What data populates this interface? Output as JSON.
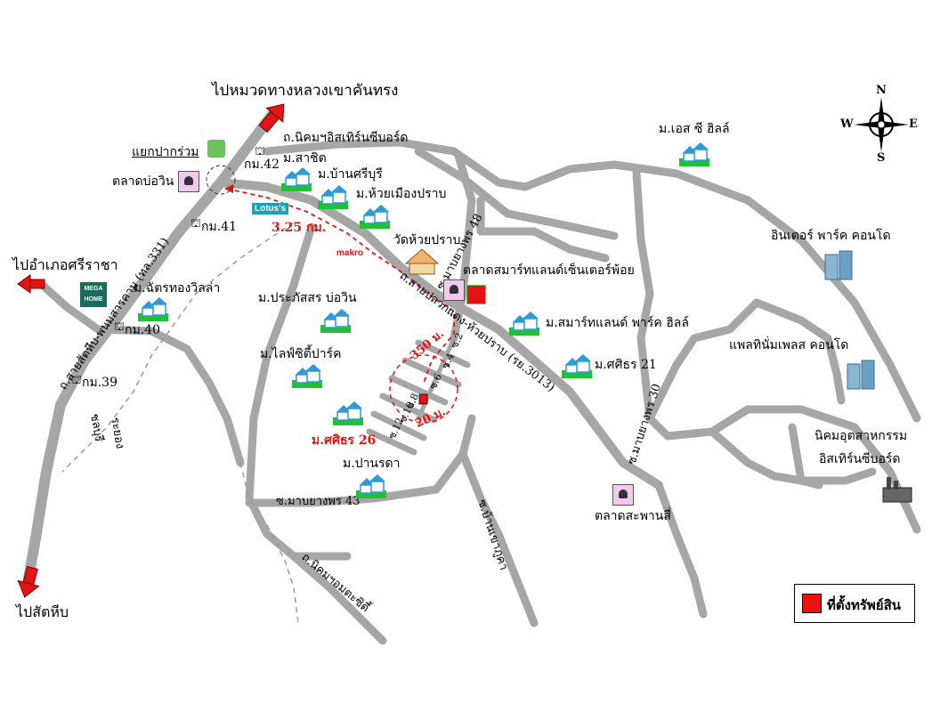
{
  "colors": {
    "road": "#a6a6a6",
    "route": "#e21414",
    "dashed": "#9b9b9b",
    "house": "#2e9bd6",
    "house_grass": "#22c033",
    "property": "#ee1111"
  },
  "compass": {
    "n": "N",
    "s": "S",
    "e": "E",
    "w": "W"
  },
  "destinations": {
    "north": "ไปหมวดทางหลวงเขาคันทรง",
    "west": "ไปอำเภอศรีราชา",
    "south": "ไปสัตหีบ"
  },
  "roads": {
    "main_331": "ถ.สายสัตหีบ-พนมสารคาม (ทล.331)",
    "industrial": "ถ.นิคมฯอิสเทิร์นซีบอร์ด",
    "3013": "ถ.สายปลวกแดง-ห้วยปราบ (รย.3013)",
    "soi_48": "ซ.มาบยางพร 48",
    "soi_43": "ซ.มาบยางพร 43",
    "soi_30": "ซ.มาบยางพร 30",
    "soi_khao": "ซ.บ้านเขาภูคา",
    "amata": "ถ.นิคมฯอมตะซิตี้",
    "chonburi": "ชลบุรี",
    "rayong": "ระยอง",
    "s2": "ซ.2",
    "s4": "ซ.4",
    "s6": "ซ.6",
    "s8": "ซ.8",
    "s10": "ซ.10",
    "s12": "ซ.12"
  },
  "labels": {
    "yaek": "แยกปากร่วม",
    "talad_bowin": "ตลาดบ่อวิน",
    "km42": "กม.42",
    "km41": "กม.41",
    "km40": "กม.40",
    "km39": "กม.39",
    "sathit": "ม.สาชิต",
    "sriburi": "ม.บ้านศรีบุรี",
    "huaimuang": "ม.ห้วยเมืองปราบ",
    "dist_325": "3.25 กม.",
    "wat": "วัดห้วยปราบ",
    "smartland_market": "ตลาดสมาร์ทแลนด์เซ็นเตอร์พ้อย",
    "chattong": "ม.ฉัตรทองวิลล่า",
    "prapatsorn": "ม.ประภัสสร บ่อวิน",
    "smartland_park": "ม.สมาร์ทแลนด์ พาร์ค ฮิลล์",
    "sitthi": "ม.ไลฟ์ซิตี้ปาร์ค",
    "sirin21": "ม.ศศิธร 21",
    "sirin26": "ม.ศศิธร 26",
    "panarada": "ม.ปานรดา",
    "dist_350": "350 ม.",
    "dist_20": "20 ม.",
    "talad_saphan": "ตลาดสะพานสี่",
    "sc_hill": "ม.เอส ซี ฮิลล์",
    "inter_park": "อินเตอร์ พาร์ค คอนโด",
    "palm_place": "แพลทินั่มเพลส คอนโด",
    "nikom_line1": "นิคมอุตสาหกรรม",
    "nikom_line2": "อิสเทิร์นซีบอร์ด",
    "makro": "makro",
    "lotus": "Lotus's",
    "mega": "MEGA HOME"
  },
  "legend": {
    "label": "ที่ตั้งทรัพย์สิน"
  }
}
